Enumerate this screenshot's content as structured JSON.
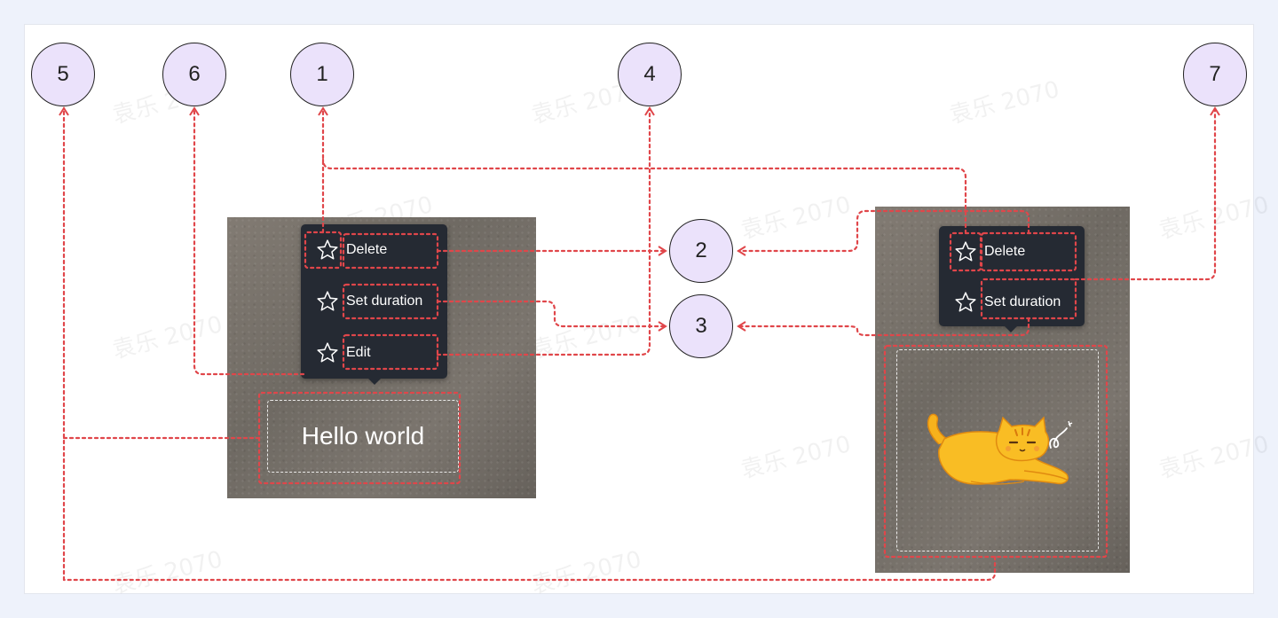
{
  "watermark": "袁乐 2070",
  "left_panel": {
    "menu_items": [
      {
        "label": "Delete"
      },
      {
        "label": "Set duration"
      },
      {
        "label": "Edit"
      }
    ],
    "text_sticker": "Hello world"
  },
  "right_panel": {
    "menu_items": [
      {
        "label": "Delete"
      },
      {
        "label": "Set duration"
      }
    ],
    "sticker_icon": "cat-sticker-icon"
  },
  "badges": {
    "b1": "1",
    "b2": "2",
    "b3": "3",
    "b4": "4",
    "b5": "5",
    "b6": "6",
    "b7": "7"
  },
  "colors": {
    "annotation": "#e0464a",
    "badge_fill": "#ebe2fb",
    "menu_bg": "#252a33",
    "page_bg": "#eef2fb"
  }
}
